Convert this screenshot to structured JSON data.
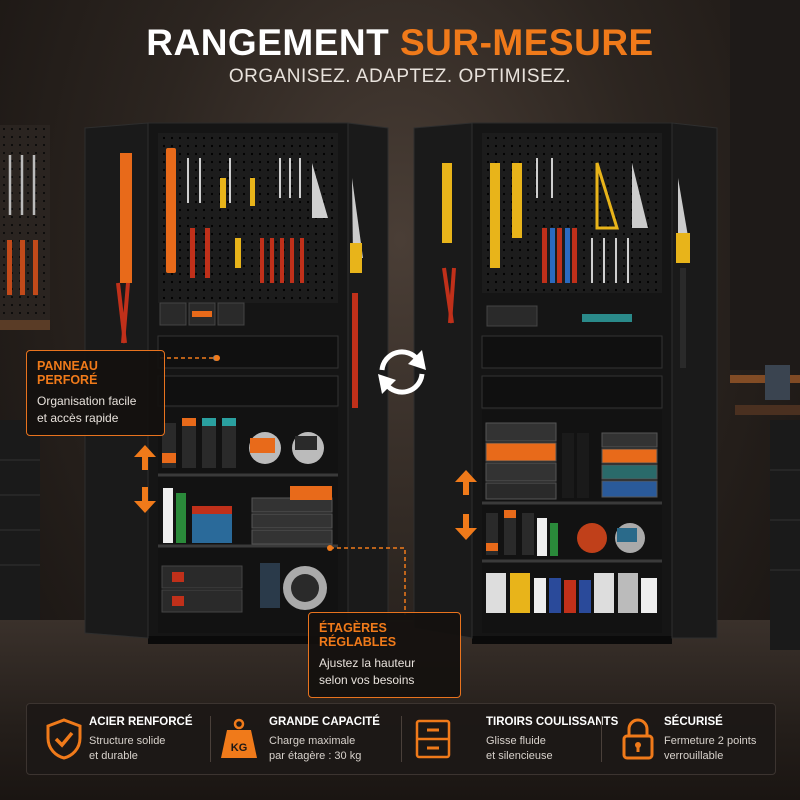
{
  "headline": {
    "main": "RANGEMENT",
    "accent": "SUR-MESURE"
  },
  "tagline": "ORGANISEZ. ADAPTEZ. OPTIMISEZ.",
  "callouts": {
    "pegboard": {
      "title": "PANNEAU PERFORÉ",
      "line1": "Organisation facile",
      "line2": "et accès rapide"
    },
    "shelves": {
      "title": "ÉTAGÈRES RÉGLABLES",
      "line1": "Ajustez la hauteur",
      "line2": "selon vos besoins"
    }
  },
  "features": [
    {
      "icon": "shield-check-icon",
      "title": "ACIER RENFORCÉ",
      "line1": "Structure solide",
      "line2": "et durable"
    },
    {
      "icon": "weight-icon",
      "icon_label": "KG",
      "title": "GRANDE CAPACITÉ",
      "line1": "Charge maximale",
      "line2": "par étagère : 30 kg"
    },
    {
      "icon": "drawers-icon",
      "title": "TIROIRS COULISSANTS",
      "line1": "Glisse fluide",
      "line2": "et silencieuse"
    },
    {
      "icon": "padlock-icon",
      "title": "SÉCURISÉ",
      "line1": "Fermeture 2 points",
      "line2": "verrouillable"
    }
  ],
  "colors": {
    "accent": "#f07a1a",
    "cabinet": "#141414",
    "text": "#ffffff"
  }
}
